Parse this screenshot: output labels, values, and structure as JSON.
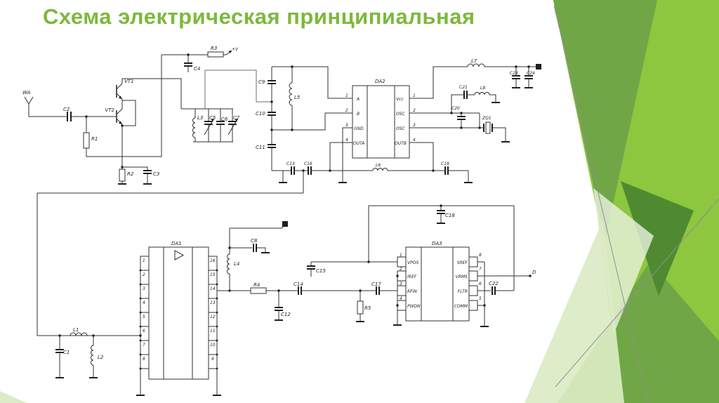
{
  "slide": {
    "title": "Схема электрическая принципиальная"
  },
  "colors": {
    "title_green": "#7CB93C",
    "accent_bright": "#8DC63F",
    "accent_medium": "#71A646",
    "accent_dark": "#4F8A30",
    "accent_pale": "#DBEBC4",
    "decor_line_gray": "#8f8f8f",
    "schematic_ink": "#303030"
  },
  "schematic": {
    "labels": {
      "wa": "WA",
      "supply": "+V",
      "out_d": "D",
      "c1": "C1",
      "c2": "C2",
      "c3": "C3",
      "c4": "C4",
      "c5": "C5",
      "c6": "C6",
      "c7": "C7",
      "c8": "C8",
      "c9": "C9",
      "c10": "C10",
      "c11": "C11",
      "c12": "C12",
      "c13": "C13",
      "c14": "C14",
      "c15": "C15",
      "c16": "C16",
      "c17": "C17",
      "c18": "C18",
      "c19": "C19",
      "c20": "C20",
      "c21": "C21",
      "c22": "C22",
      "c23": "C23",
      "c24": "C24",
      "r1": "R1",
      "r2": "R2",
      "r3": "R3",
      "r4": "R4",
      "r5": "R5",
      "l1": "L1",
      "l2": "L2",
      "l3": "L3",
      "l4": "L4",
      "l5": "L5",
      "l6": "L6",
      "l7": "L7",
      "l8": "L8",
      "vt1": "VT1",
      "vt2": "VT2",
      "zq1": "ZQ1"
    },
    "chips": {
      "da1": {
        "name": "DA1",
        "pins_left": [
          "1",
          "2",
          "3",
          "4",
          "5",
          "6",
          "7",
          "8"
        ],
        "pins_right": [
          "16",
          "15",
          "14",
          "13",
          "12",
          "11",
          "10",
          "9"
        ]
      },
      "da2": {
        "name": "DA2",
        "pins_left": [
          "1",
          "2",
          "3",
          "4"
        ],
        "pins_right": [
          "1",
          "2",
          "3",
          "4"
        ],
        "labels_left": [
          "A",
          "B",
          "GND",
          "OUTA"
        ],
        "labels_right": [
          "Vcc",
          "OSC",
          "OSC",
          "OUTB"
        ]
      },
      "da3": {
        "name": "DA3",
        "pins_left": [
          "1",
          "2",
          "3",
          "4"
        ],
        "pins_right": [
          "8",
          "7",
          "6",
          "5"
        ],
        "labels_left": [
          "VPOS",
          "IREF",
          "RFIN",
          "PWDN"
        ],
        "labels_right": [
          "SREF",
          "VRMS",
          "FLTR",
          "COMM"
        ]
      }
    }
  }
}
